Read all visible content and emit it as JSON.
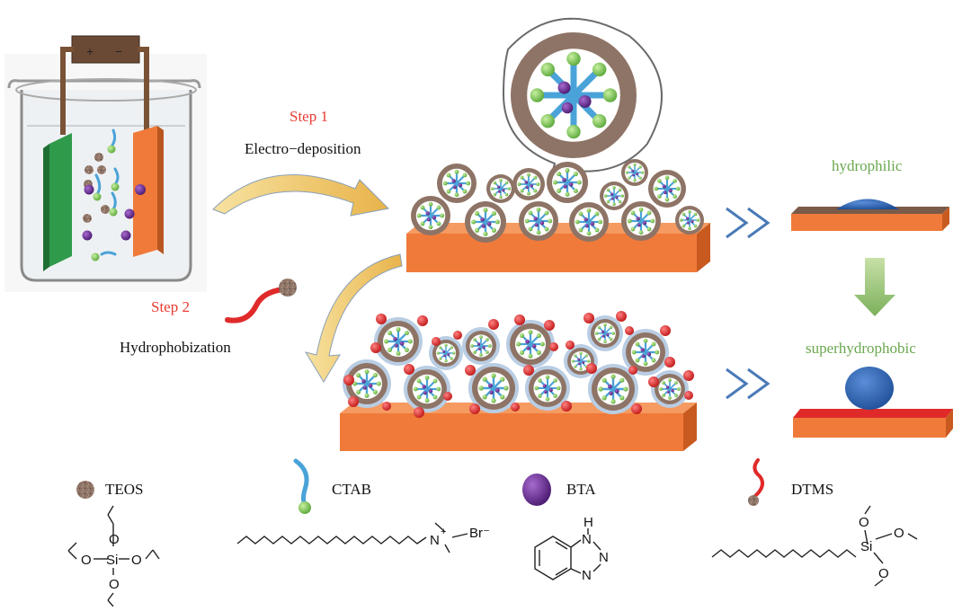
{
  "diagram": {
    "step1": {
      "label": "Step 1",
      "process": "Electro−deposition"
    },
    "step2": {
      "label": "Step 2",
      "process": "Hydrophobization"
    },
    "states": {
      "top": "hydrophilic",
      "bottom": "superhydrophobic"
    },
    "electrodes": {
      "positive": "+",
      "negative": "−"
    },
    "legend": [
      {
        "name": "TEOS"
      },
      {
        "name": "CTAB"
      },
      {
        "name": "BTA"
      },
      {
        "name": "DTMS"
      }
    ],
    "structures": {
      "teos_atoms": [
        "O",
        "Si",
        "O",
        "O",
        "O"
      ],
      "ctab_atoms": {
        "n": "N",
        "charge": "+",
        "br": "Br⁻"
      },
      "bta_atoms": [
        "H",
        "N",
        "N",
        "N"
      ],
      "dtms_atoms": [
        "O",
        "Si",
        "O",
        "O"
      ]
    },
    "colors": {
      "step_text": "#e83c32",
      "state_text": "#6aa84f",
      "substrate": "#f07a3a",
      "teos_shell": "#8b6a5c",
      "ctab_tail": "#4aa3d8",
      "ctab_head": "#7ac943",
      "bta": "#6b2c91",
      "dtms": "#e02a2a",
      "anode": "#2e9a4a",
      "cathode": "#f07a3a",
      "droplet": "#2f64b4"
    }
  }
}
